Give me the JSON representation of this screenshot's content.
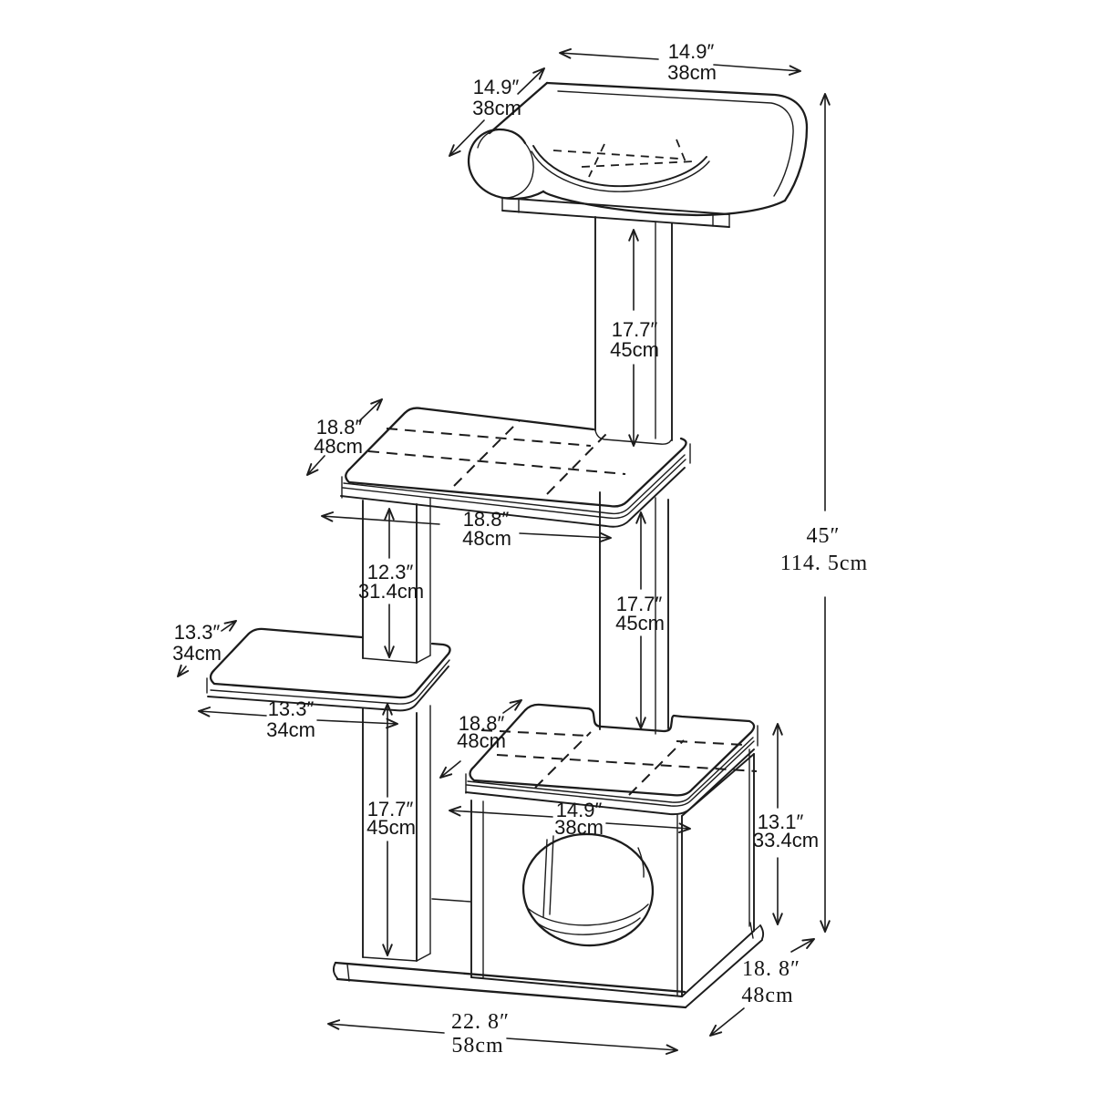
{
  "diagram": {
    "name": "cat-tree-dimension-drawing",
    "line_color": "#1c1c1c",
    "background_color": "#ffffff",
    "labels": {
      "bed_width_in": "14.9″",
      "bed_width_cm": "38cm",
      "bed_depth_in": "14.9″",
      "bed_depth_cm": "38cm",
      "top_post_in": "17.7″",
      "top_post_cm": "45cm",
      "mid_platform_depth_in": "18.8″",
      "mid_platform_depth_cm": "48cm",
      "mid_platform_width_in": "18.8″",
      "mid_platform_width_cm": "48cm",
      "upper_left_post_in": "12.3″",
      "upper_left_post_cm": "31.4cm",
      "small_platform_depth_in": "13.3″",
      "small_platform_depth_cm": "34cm",
      "small_platform_width_in": "13.3″",
      "small_platform_width_cm": "34cm",
      "center_post_in": "17.7″",
      "center_post_cm": "45cm",
      "lower_left_post_in": "17.7″",
      "lower_left_post_cm": "45cm",
      "condo_top_depth_in": "18.8″",
      "condo_top_depth_cm": "48cm",
      "condo_width_in": "14.9″",
      "condo_width_cm": "38cm",
      "condo_height_in": "13.1″",
      "condo_height_cm": "33.4cm",
      "total_height_in": "45″",
      "total_height_cm": "114. 5cm",
      "base_width_in": "22. 8″",
      "base_width_cm": "58cm",
      "base_depth_in": "18. 8″",
      "base_depth_cm": "48cm"
    }
  }
}
